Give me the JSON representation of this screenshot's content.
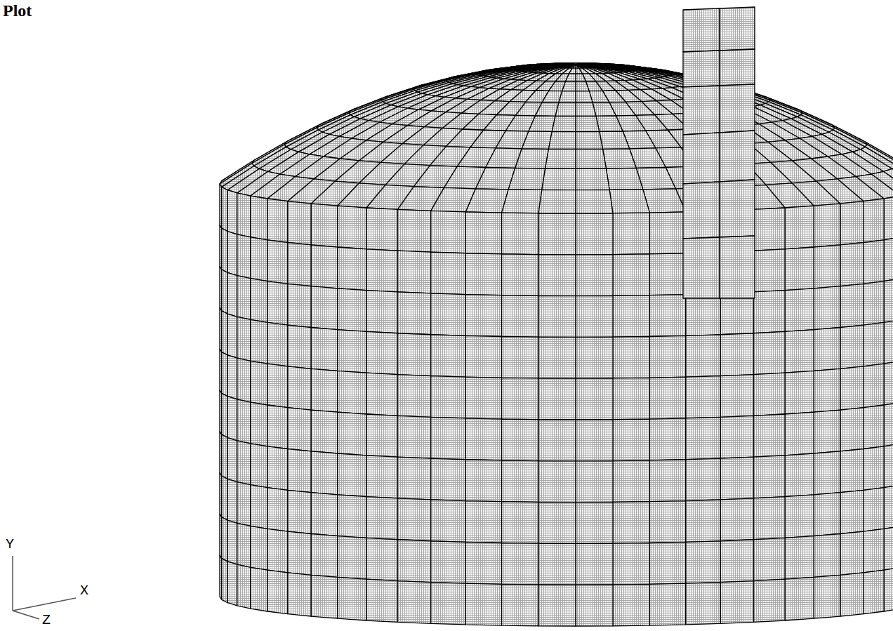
{
  "diagram": {
    "title": "Plot",
    "labels": [
      "Y",
      "X",
      "Z"
    ]
  }
}
